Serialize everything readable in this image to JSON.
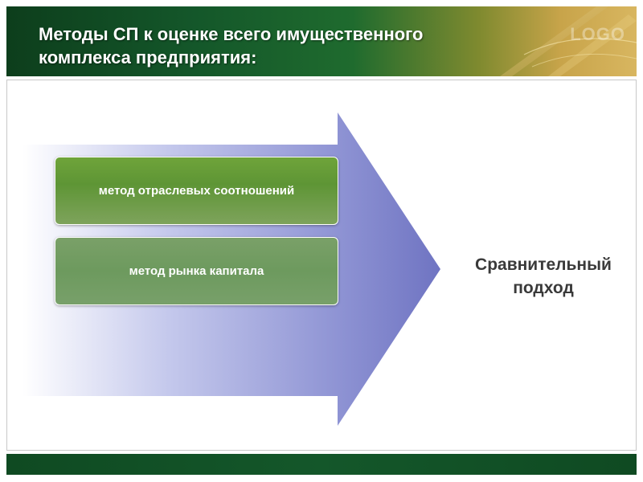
{
  "header": {
    "title": "Методы СП к оценке всего имущественного\nкомплекса предприятия:",
    "logo": "LOGO"
  },
  "methods": [
    {
      "label": "метод отраслевых соотношений"
    },
    {
      "label": "метод рынка капитала"
    }
  ],
  "approach": {
    "label": "Сравнительный\nподход"
  },
  "colors": {
    "header_dark_green": "#14572a",
    "arrow_blue": "#6f74c2",
    "box_green": "#6fa43a",
    "approach_text": "#3a3a3a"
  }
}
